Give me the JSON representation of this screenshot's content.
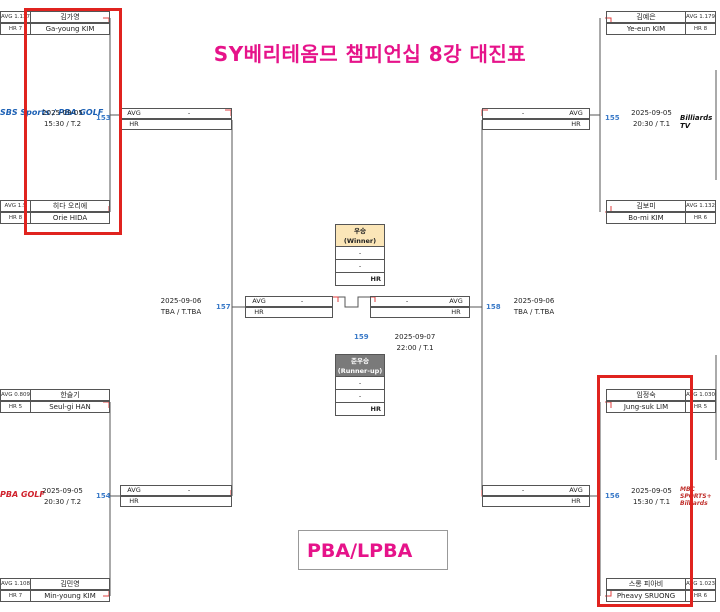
{
  "title": "SY베리테옴므 챔피언십 8강 대진표",
  "stat_labels": {
    "avg": "AVG",
    "hr": "HR"
  },
  "dash": "-",
  "players": {
    "p1": {
      "name_ko": "김가영",
      "name_en": "Ga-young KIM",
      "avg": "AVG 1.137",
      "hr": "HR 7"
    },
    "p2": {
      "name_ko": "히다 오리에",
      "name_en": "Orie HIDA",
      "avg": "AVG 1.5",
      "hr": "HR 8"
    },
    "p3": {
      "name_ko": "한슬기",
      "name_en": "Seul-gi HAN",
      "avg": "AVG 0.809",
      "hr": "HR 5"
    },
    "p4": {
      "name_ko": "김민영",
      "name_en": "Min-young KIM",
      "avg": "AVG 1.108",
      "hr": "HR 7"
    },
    "p5": {
      "name_ko": "김예은",
      "name_en": "Ye-eun KIM",
      "avg": "AVG 1.179",
      "hr": "HR 8"
    },
    "p6": {
      "name_ko": "김보미",
      "name_en": "Bo-mi KIM",
      "avg": "AVG 1.132",
      "hr": "HR 6"
    },
    "p7": {
      "name_ko": "임정숙",
      "name_en": "Jung-suk LIM",
      "avg": "AVG 1.030",
      "hr": "HR 5"
    },
    "p8": {
      "name_ko": "스롱 피아비",
      "name_en": "Pheavy SRUONG",
      "avg": "AVG 1.023",
      "hr": "HR 6"
    }
  },
  "matches": {
    "m153": {
      "num": "153",
      "date": "2025-09-05",
      "time": "15:30 / T.2",
      "broadcaster": "SBS Sports / PBA GOLF"
    },
    "m154": {
      "num": "154",
      "date": "2025-09-05",
      "time": "20:30 / T.2",
      "broadcaster": "PBA GOLF"
    },
    "m155": {
      "num": "155",
      "date": "2025-09-05",
      "time": "20:30 / T.1",
      "broadcaster": "Billiards TV"
    },
    "m156": {
      "num": "156",
      "date": "2025-09-05",
      "time": "15:30 / T.1",
      "broadcaster": "MBC SPORTS+ Billiards"
    },
    "m157": {
      "num": "157",
      "date": "2025-09-06",
      "time": "TBA / T.TBA"
    },
    "m158": {
      "num": "158",
      "date": "2025-09-06",
      "time": "TBA / T.TBA"
    },
    "m159": {
      "num": "159",
      "date": "2025-09-07",
      "time": "22:00 / T.1"
    }
  },
  "final": {
    "winner_label_ko": "우승",
    "winner_label_en": "(Winner)",
    "runnerup_label_ko": "준우승",
    "runnerup_label_en": "(Runner-up)",
    "line1": "-",
    "line2": "-",
    "hr": "HR"
  },
  "footer_label": "PBA/LPBA",
  "colors": {
    "title": "#e6138a",
    "highlight": "#e0231f",
    "match_num": "#3a7ac8",
    "winner_bg": "#fbe6b8",
    "runnerup_bg": "#7a7a7a"
  }
}
